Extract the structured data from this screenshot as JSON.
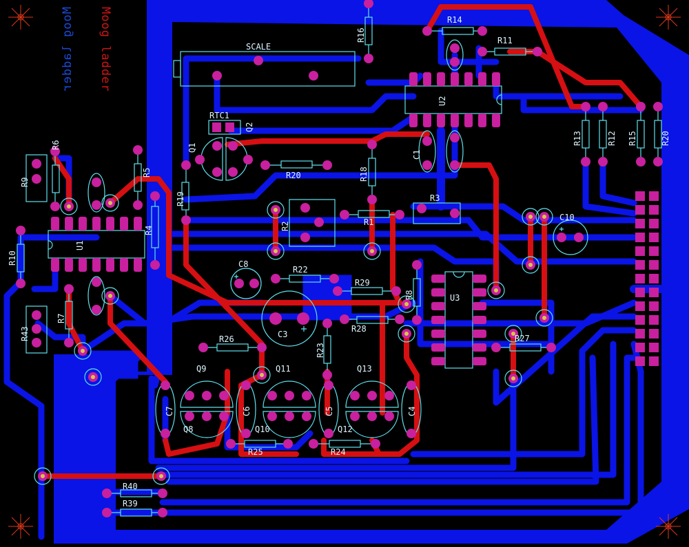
{
  "colors": {
    "background": "#000000",
    "bottom_copper": "#0a14e6",
    "top_copper": "#d60f12",
    "pad": "#c8209e",
    "silkscreen": "#5fe2ee",
    "via_center": "#d4c84a",
    "corner_mark": "#e0391a",
    "label_text": "#dff6ff",
    "title_blue": "#1a4ad8",
    "title_red": "#d01414"
  },
  "title": {
    "line1": "Moog ladder",
    "line2": "Moog ladder"
  },
  "components": {
    "U1": "U1",
    "U2": "U2",
    "U3": "U3",
    "Q1": "Q1",
    "Q2": "Q2",
    "Q8": "Q8",
    "Q9": "Q9",
    "Q10": "Q10",
    "Q11": "Q11",
    "Q12": "Q12",
    "Q13": "Q13",
    "RTC1": "RTC1",
    "SCALE": "SCALE",
    "R1": "R1",
    "R2": "R2",
    "R3": "R3",
    "R4": "R4",
    "R5": "R5",
    "R6": "R6",
    "R7": "R7",
    "R8": "R8",
    "R9": "R9",
    "R10": "R10",
    "R11": "R11",
    "R12": "R12",
    "R13": "R13",
    "R14": "R14",
    "R15": "R15",
    "R16": "R16",
    "R18": "R18",
    "R19": "R19",
    "R20a": "R20",
    "R20b": "R20",
    "R22": "R22",
    "R23": "R23",
    "R24": "R24",
    "R25": "R25",
    "R26": "R26",
    "R27": "R27",
    "R28": "R28",
    "R29": "R29",
    "R39": "R39",
    "R40": "R40",
    "R43": "R43",
    "C1": "C1",
    "C3": "C3",
    "C4": "C4",
    "C5": "C5",
    "C6": "C6",
    "C7": "C7",
    "C8": "C8",
    "C10": "C10"
  }
}
